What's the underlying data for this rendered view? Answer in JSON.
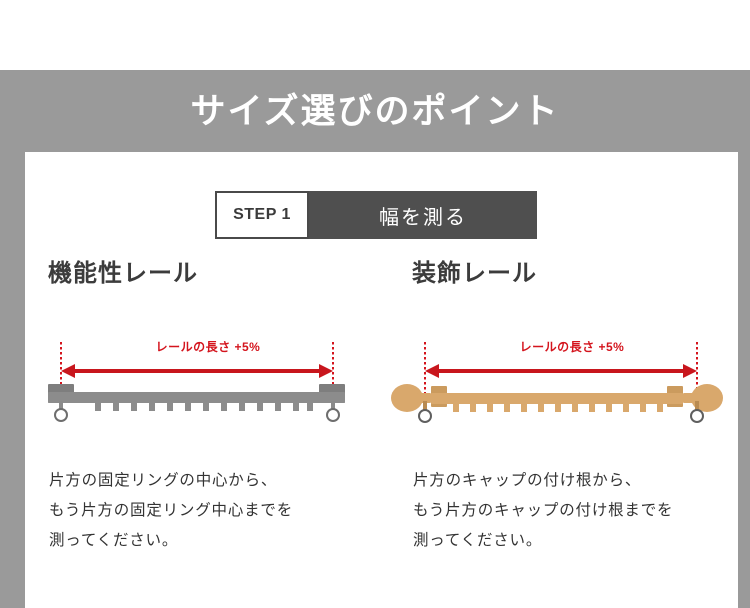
{
  "banner": {
    "title": "サイズ選びのポイント",
    "bg_color": "#9a9a9a",
    "text_color": "#ffffff"
  },
  "step_header": {
    "badge": "STEP 1",
    "title": "幅を測る",
    "badge_bg": "#ffffff",
    "badge_border": "#4a4a4a",
    "title_bg": "#4f4f4f"
  },
  "columns": [
    {
      "id": "functional-rail",
      "heading": "機能性レール",
      "diagram": {
        "measure_label": "レールの長さ +5%",
        "label_color": "#d4141d",
        "rail_color": "#8c8c8c",
        "bracket_color": "#7e7e7e",
        "ring_color": "#6e6e6e",
        "teeth_count": 13
      },
      "description": [
        "片方の固定リングの中心から、",
        "もう片方の固定リング中心までを",
        "測ってください。"
      ]
    },
    {
      "id": "decorative-rail",
      "heading": "装飾レール",
      "diagram": {
        "measure_label": "レールの長さ +5%",
        "label_color": "#d4141d",
        "rail_color": "#d9a86c",
        "bracket_color": "#cb9b5e",
        "ring_color": "#5f5f5f",
        "teeth_count": 13
      },
      "description": [
        "片方のキャップの付け根から、",
        "もう片方のキャップの付け根までを",
        "測ってください。"
      ]
    }
  ]
}
